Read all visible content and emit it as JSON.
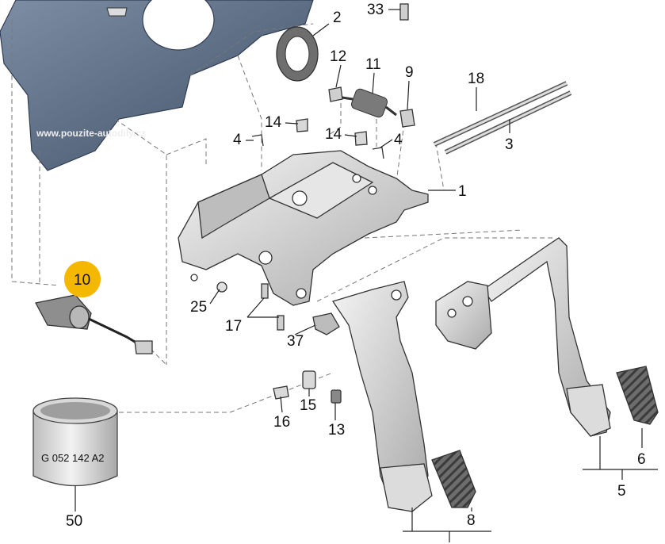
{
  "watermark": "www.pouzite-autodily.cz",
  "labels": {
    "p1": "1",
    "p2": "2",
    "p3": "3",
    "p4a": "4",
    "p4b": "4",
    "p5": "5",
    "p6": "6",
    "p8": "8",
    "p9": "9",
    "p10": "10",
    "p11": "11",
    "p12": "12",
    "p13": "13",
    "p14a": "14",
    "p14b": "14",
    "p15": "15",
    "p16": "16",
    "p17": "17",
    "p18": "18",
    "p25": "25",
    "p33": "33",
    "p37": "37",
    "p50": "50"
  },
  "can_text": "G 052 142 A2",
  "colors": {
    "highlight_badge": "#f5b800",
    "firewall": "#5d6f86",
    "part_gray": "#cfcfcf"
  }
}
